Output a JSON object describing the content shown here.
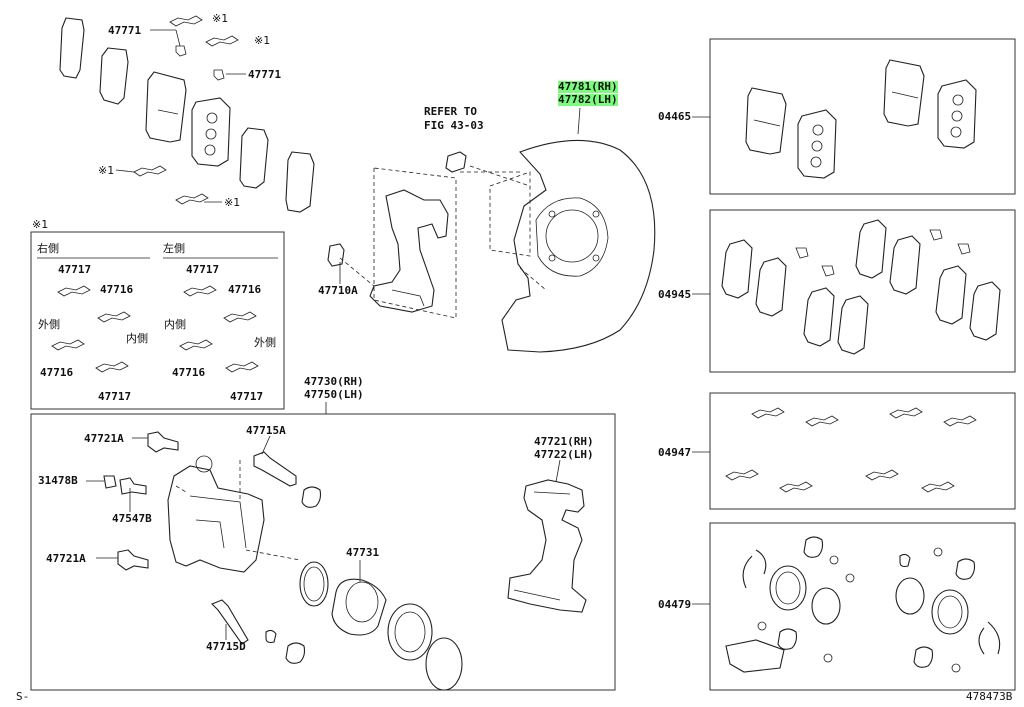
{
  "labels": {
    "p47771a": "47771",
    "p47771b": "47771",
    "mark1a": "※1",
    "mark1b": "※1",
    "mark1c": "※1",
    "mark1d": "※1",
    "mark1_box": "※1",
    "refer": "REFER TO",
    "fig": "FIG 43-03",
    "p47781": "47781(RH)",
    "p47782": "47782(LH)",
    "p04465": "04465",
    "p04945": "04945",
    "p04947": "04947",
    "p04479": "04479",
    "p47710A": "47710A",
    "migi": "右側",
    "hidari": "左側",
    "p47717a": "47717",
    "p47717b": "47717",
    "p47716a": "47716",
    "p47716b": "47716",
    "gaisoku_a": "外側",
    "naisoku_a": "内側",
    "naisoku_b": "内側",
    "gaisoku_b": "外側",
    "p47716c": "47716",
    "p47716d": "47716",
    "p47717c": "47717",
    "p47717d": "47717",
    "p47730": "47730(RH)",
    "p47750": "47750(LH)",
    "p47721A_a": "47721A",
    "p47715A": "47715A",
    "p31478B": "31478B",
    "p47547B": "47547B",
    "p47721A_b": "47721A",
    "p47731": "47731",
    "p47715D": "47715D",
    "p47721": "47721(RH)",
    "p47722": "47722(LH)",
    "footer_left": "S-",
    "footer_right": "478473B"
  }
}
